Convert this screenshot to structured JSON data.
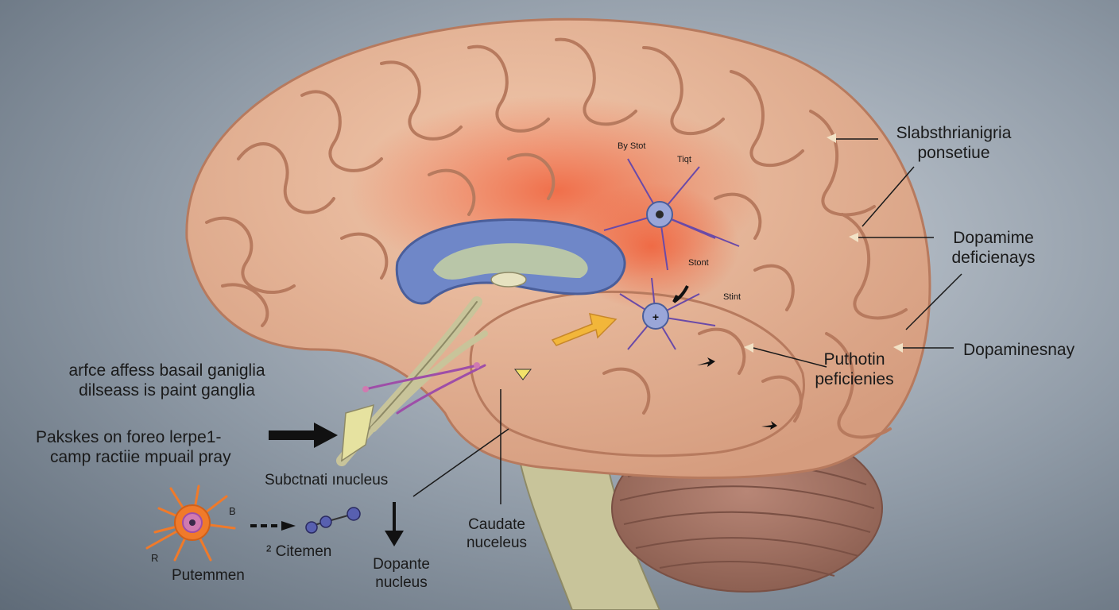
{
  "labels": {
    "substantia_line1": "Slabsthrianigria",
    "substantia_line2": "ponsetiue",
    "dopamine_line1": "Dopamime",
    "dopamine_line2": "deficienays",
    "dopaminesnay": "Dopaminesnay",
    "puthotin_line1": "Puthotin",
    "puthotin_line2": "peficienies",
    "basal_line1": "arfce affess basail ganiglia",
    "basal_line2": "dilseass is paint ganglia",
    "pakskes_line1": "Pakskes on foreo lerpe1-",
    "pakskes_line2": "camp ractiie mpuail pray",
    "subctnati": "Subctnati ınucleus",
    "caudate_line1": "Caudate",
    "caudate_line2": "nuceleus",
    "dopante_line1": "Dopante",
    "dopante_line2": "nucleus",
    "citemen": "² Citemen",
    "putemen": "Putemmen",
    "letter_b": "B",
    "letter_r": "R",
    "by_stot": "By Stot",
    "tiqt": "Tiqt",
    "stont": "Stont",
    "stint": "Stint"
  },
  "colors": {
    "brain_tissue": "#e6b597",
    "brain_fold": "#b77a5e",
    "highlight": "#f0603a",
    "ventricle": "#6f87c8",
    "cerebellum": "#a57565",
    "brainstem": "#c8c49a",
    "neuron_body": "#9aa6d8",
    "neuron_orange": "#f07a2a",
    "neuron_pink": "#d07ab0",
    "dots": "#5860b0",
    "arrow": "#111111"
  }
}
